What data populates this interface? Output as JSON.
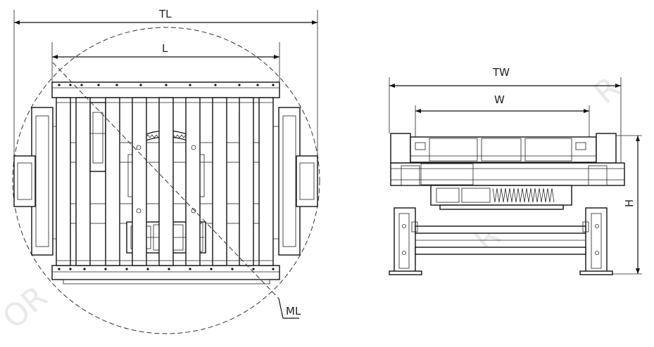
{
  "dimensions": {
    "top_view": {
      "total_length": "TL",
      "length": "L",
      "max_length": "ML"
    },
    "side_view": {
      "total_width": "TW",
      "width": "W",
      "height": "H"
    }
  }
}
